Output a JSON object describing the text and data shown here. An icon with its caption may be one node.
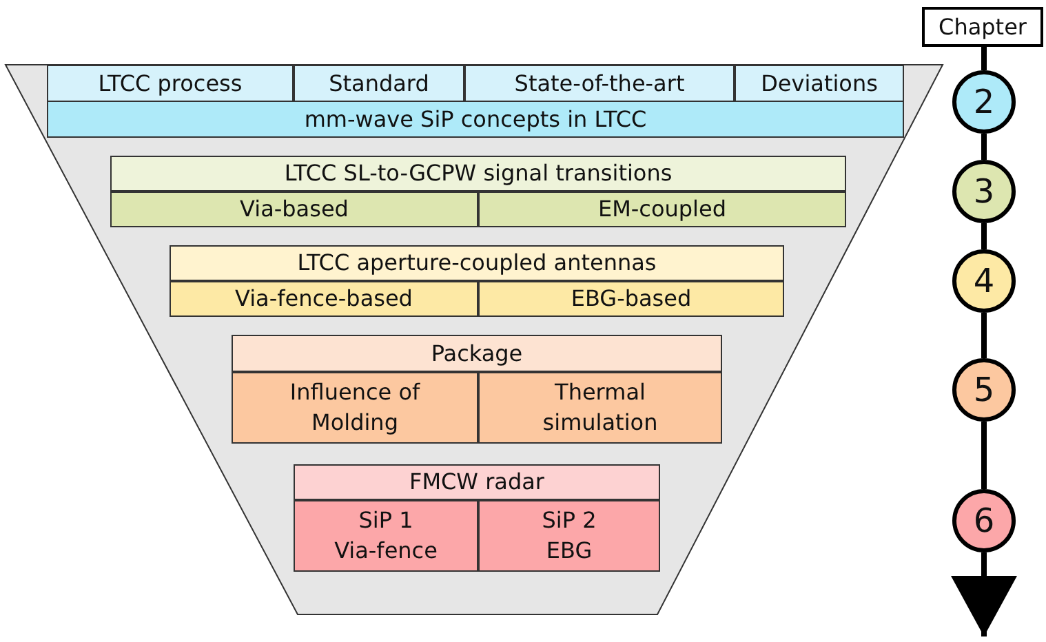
{
  "diagram": {
    "nodes": [
      {
        "text": [
          "LTCC process"
        ]
      },
      {
        "text": [
          "Standard"
        ]
      },
      {
        "text": [
          "State-of-the-art"
        ]
      },
      {
        "text": [
          "Deviations"
        ]
      },
      {
        "text": [
          "mm-wave SiP concepts in LTCC"
        ]
      },
      {
        "text": [
          "LTCC SL-to-GCPW signal transitions"
        ]
      },
      {
        "text": [
          "Via-based"
        ]
      },
      {
        "text": [
          "EM-coupled"
        ]
      },
      {
        "text": [
          "LTCC aperture-coupled antennas"
        ]
      },
      {
        "text": [
          "Via-fence-based"
        ]
      },
      {
        "text": [
          "EBG-based"
        ]
      },
      {
        "text": [
          "Package"
        ]
      },
      {
        "text": [
          "Influence of Molding"
        ]
      },
      {
        "text": [
          "Thermal simulation"
        ]
      },
      {
        "text": [
          "FMCW radar"
        ]
      },
      {
        "text": [
          "SiP 1 Via-fence"
        ]
      },
      {
        "text": [
          "SiP 2 EBG"
        ]
      },
      {
        "text": [
          "Chapter"
        ]
      },
      {
        "text": [
          "2"
        ]
      },
      {
        "text": [
          "3"
        ]
      },
      {
        "text": [
          "4"
        ]
      },
      {
        "text": [
          "5"
        ]
      },
      {
        "text": [
          "6"
        ]
      }
    ],
    "edges": [
      {
        "from": 17,
        "to": 18,
        "arrow": "none"
      },
      {
        "from": 18,
        "to": 19,
        "arrow": "none"
      },
      {
        "from": 19,
        "to": 20,
        "arrow": "none"
      },
      {
        "from": 20,
        "to": 21,
        "arrow": "none"
      },
      {
        "from": 21,
        "to": 22,
        "arrow": "none"
      },
      {
        "from": 22,
        "to": null,
        "arrow": "to"
      }
    ]
  }
}
